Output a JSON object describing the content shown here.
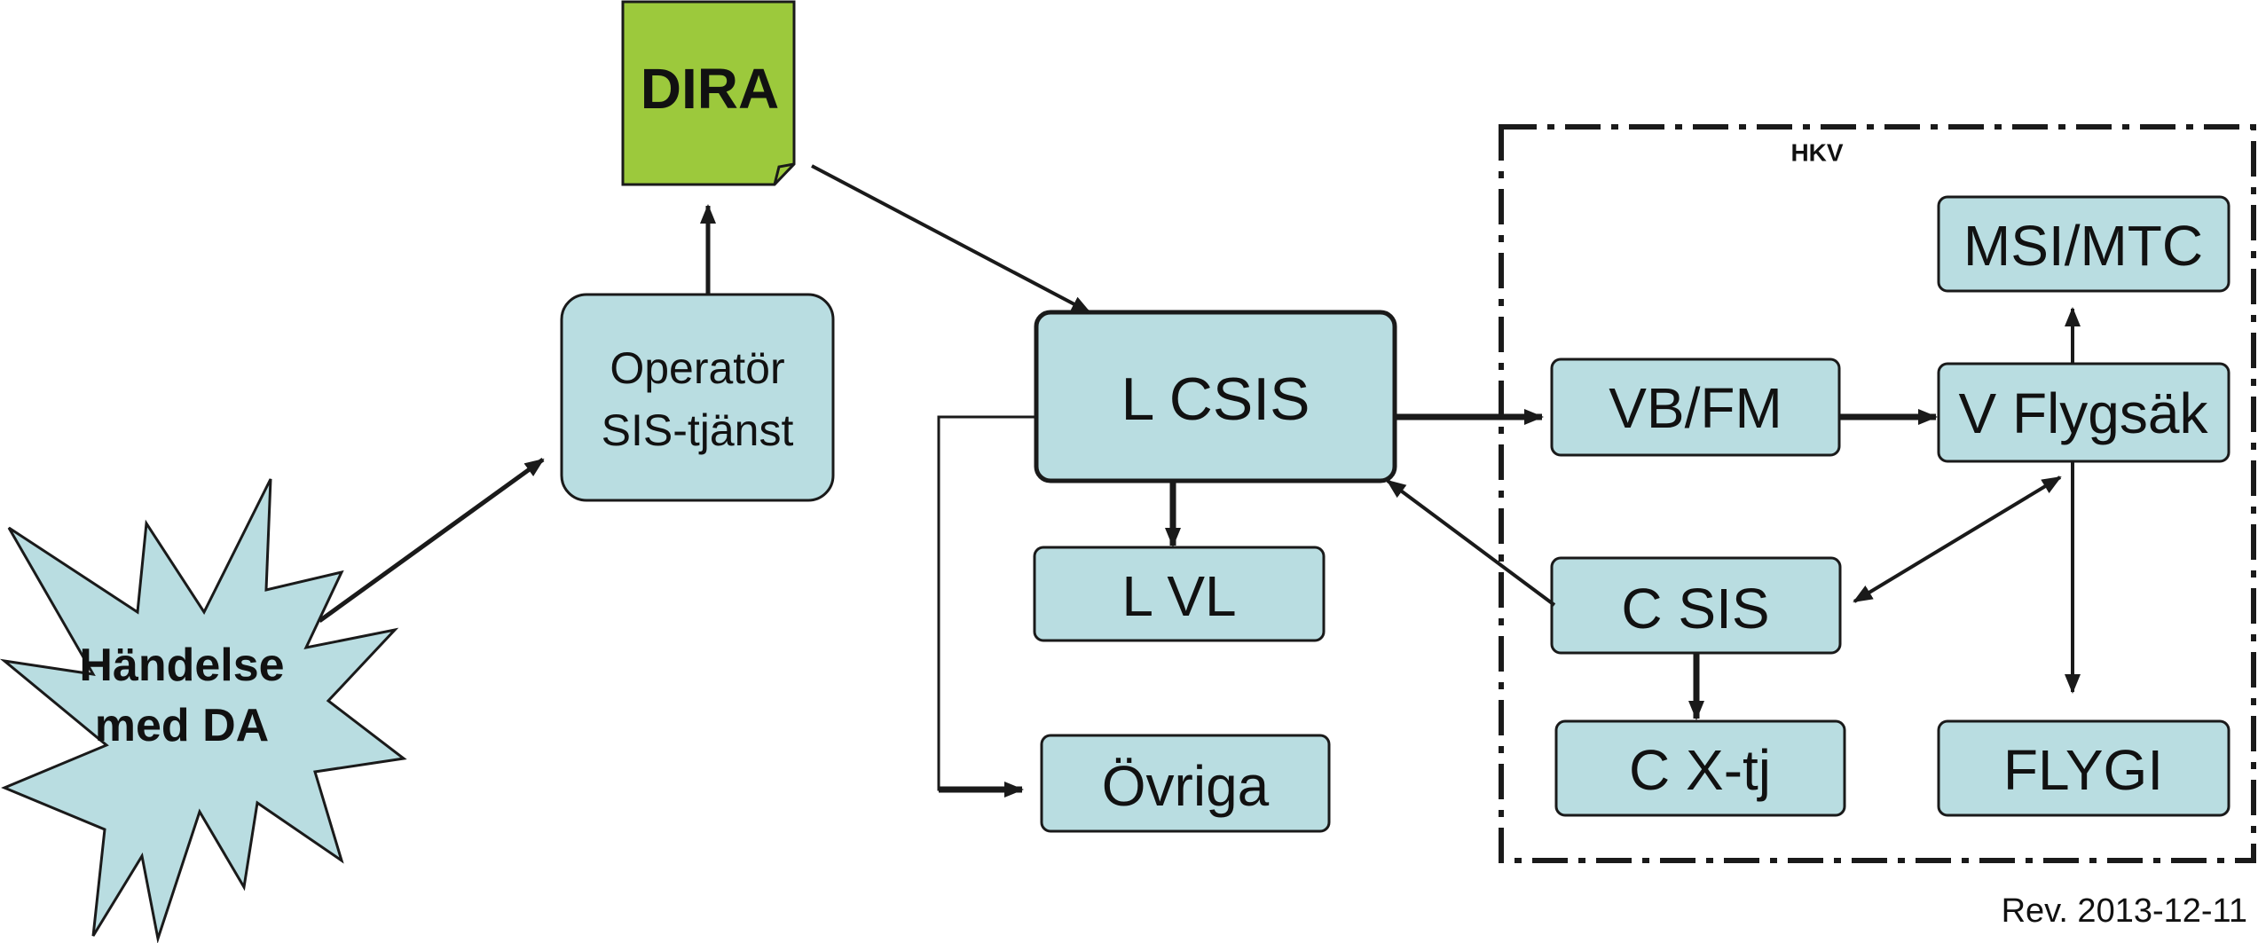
{
  "diagram": {
    "doc_label": "DIRA",
    "event": [
      "Händelse",
      "med DA"
    ],
    "operator": [
      "Operatör",
      "SIS-tjänst"
    ],
    "l_csis": "L CSIS",
    "l_vl": "L VL",
    "ovriga": "Övriga",
    "hkv_label": "HKV",
    "msi_mtc": "MSI/MTC",
    "vb_fm": "VB/FM",
    "v_flygsak": "V Flygsäk",
    "c_sis": "C SIS",
    "c_xtj": "C X-tj",
    "flygi": "FLYGI",
    "revision": "Rev. 2013-12-11"
  },
  "colors": {
    "box_fill": "#b9dde1",
    "doc_fill": "#9cc93c",
    "stroke": "#1a1a1a"
  }
}
